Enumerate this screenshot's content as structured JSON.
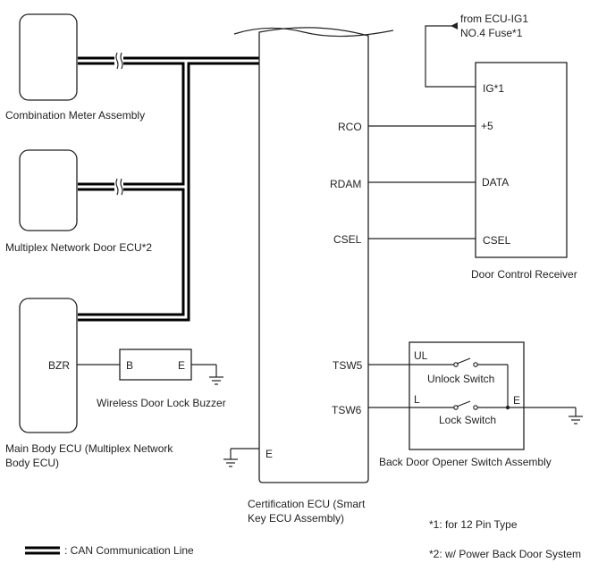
{
  "components": {
    "combination_meter": "Combination Meter Assembly",
    "multiplex_door_ecu": "Multiplex Network Door ECU*2",
    "main_body_ecu_line1": "Main Body ECU (Multiplex Network",
    "main_body_ecu_line2": "Body ECU)",
    "buzzer": "Wireless Door Lock Buzzer",
    "certification_ecu_line1": "Certification ECU (Smart",
    "certification_ecu_line2": "Key ECU Assembly)",
    "door_control_receiver": "Door Control Receiver",
    "back_door_switch": "Back Door Opener Switch Assembly"
  },
  "pins": {
    "bzr": "BZR",
    "buzzer_b": "B",
    "buzzer_e": "E",
    "ecu_e": "E",
    "rco": "RCO",
    "rdam": "RDAM",
    "csel": "CSEL",
    "tsw5": "TSW5",
    "tsw6": "TSW6",
    "ig": "IG*1",
    "plus5": "+5",
    "data": "DATA",
    "receiver_csel": "CSEL",
    "ul": "UL",
    "l": "L",
    "switch_e": "E"
  },
  "switches": {
    "unlock": "Unlock Switch",
    "lock": "Lock Switch"
  },
  "power": {
    "line1": "from ECU-IG1",
    "line2": "NO.4 Fuse*1"
  },
  "notes": {
    "n1": "*1: for 12 Pin Type",
    "n2": "*2: w/ Power Back Door System"
  },
  "legend": {
    "can": ": CAN Communication Line"
  }
}
